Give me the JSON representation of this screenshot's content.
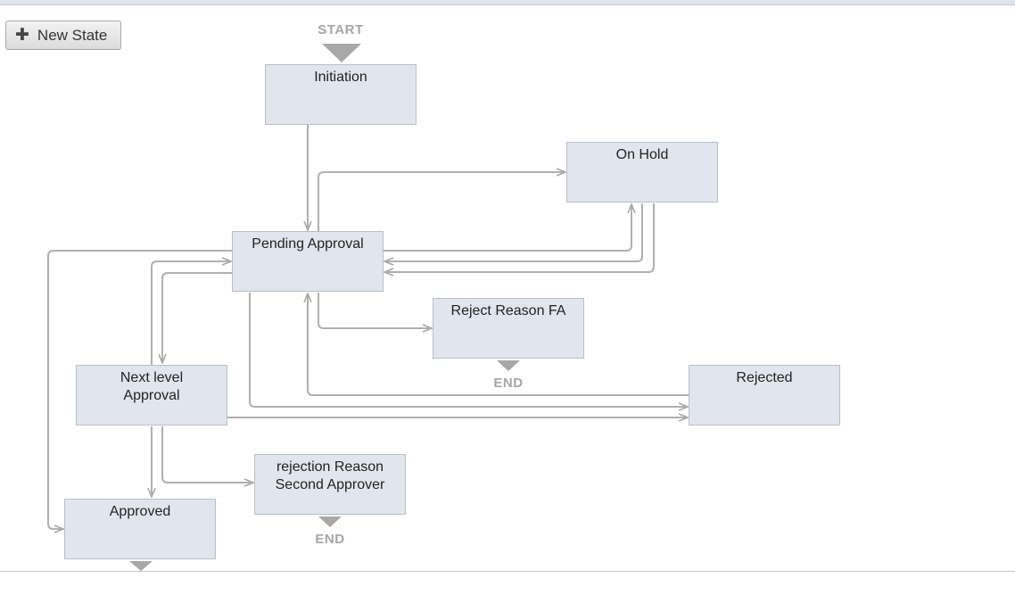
{
  "toolbar": {
    "new_state_icon": "plus-icon",
    "new_state_label": "New State"
  },
  "colors": {
    "state_fill": "#e1e6ee",
    "state_border": "#b9bec6",
    "connector": "#b0b0b0",
    "marker": "#a6a6a6"
  },
  "diagram": {
    "start_label": "START",
    "end_label": "END",
    "states": {
      "initiation": "Initiation",
      "on_hold": "On Hold",
      "pending_approval": "Pending Approval",
      "reject_reason_fa": "Reject Reason FA",
      "next_level_approval_line1": "Next level",
      "next_level_approval_line2": "Approval",
      "rejected": "Rejected",
      "rejection_reason_line1": "rejection Reason",
      "rejection_reason_line2": "Second Approver",
      "approved": "Approved"
    },
    "transitions": [
      {
        "from": "Initiation",
        "to": "Pending Approval"
      },
      {
        "from": "Pending Approval",
        "to": "On Hold"
      },
      {
        "from": "Pending Approval",
        "to": "On Hold"
      },
      {
        "from": "On Hold",
        "to": "Pending Approval"
      },
      {
        "from": "On Hold",
        "to": "Pending Approval"
      },
      {
        "from": "Pending Approval",
        "to": "Reject Reason FA"
      },
      {
        "from": "Pending Approval",
        "to": "Next level Approval"
      },
      {
        "from": "Next level Approval",
        "to": "Pending Approval"
      },
      {
        "from": "Pending Approval",
        "to": "Approved"
      },
      {
        "from": "Pending Approval",
        "to": "Rejected"
      },
      {
        "from": "Rejected",
        "to": "Pending Approval"
      },
      {
        "from": "Next level Approval",
        "to": "Rejected"
      },
      {
        "from": "Next level Approval",
        "to": "rejection Reason Second Approver"
      },
      {
        "from": "Next level Approval",
        "to": "Approved"
      }
    ]
  }
}
